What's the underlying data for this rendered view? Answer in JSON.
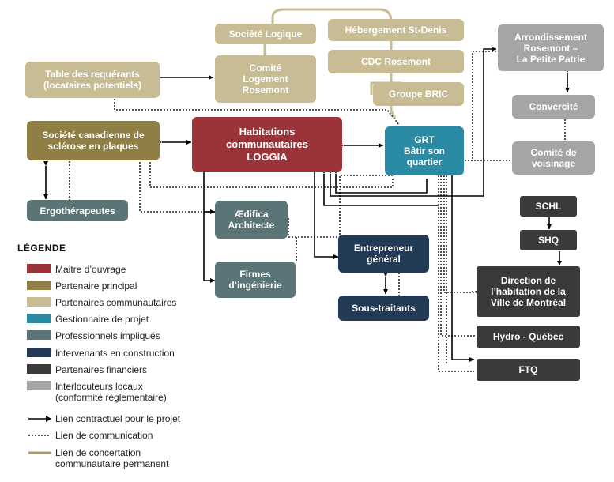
{
  "nodes": {
    "societe_logique": "Société Logique",
    "comite_logement": "Comité\nLogement\nRosemont",
    "hebergement": "Hébergement St-Denis",
    "cdc": "CDC Rosemont",
    "groupe_bric": "Groupe BRIC",
    "table_requerants": "Table des requérants\n(locataires potentiels)",
    "societe_canadienne": "Société canadienne de\nsclérose en plaques",
    "habitations": "Habitations\ncommunautaires\nLOGGIA",
    "grt": "GRT\nBâtir son\nquartier",
    "arrondissement": "Arrondissement\nRosemont –\nLa Petite Patrie",
    "convercite": "Convercité",
    "comite_voisinage": "Comité de\nvoisinage",
    "ergotherapeutes": "Ergothérapeutes",
    "aedifica": "Ædifica\nArchitecte",
    "firmes": "Firmes\nd’ingénierie",
    "entrepreneur": "Entrepreneur\ngénéral",
    "sous_traitants": "Sous-traitants",
    "schl": "SCHL",
    "shq": "SHQ",
    "direction": "Direction de\nl’habitation de la\nVille de Montréal",
    "hydro": "Hydro - Québec",
    "ftq": "FTQ"
  },
  "legend": {
    "title": "LÉGENDE",
    "items": [
      {
        "label": "Maitre d’ouvrage",
        "color": "#9b3438"
      },
      {
        "label": "Partenaire principal",
        "color": "#8f7f45"
      },
      {
        "label": "Partenaires communautaires",
        "color": "#c7bc93"
      },
      {
        "label": "Gestionnaire de projet",
        "color": "#2b8aa4"
      },
      {
        "label": "Professionnels impliqués",
        "color": "#5b7478"
      },
      {
        "label": "Intervenants en construction",
        "color": "#233a57"
      },
      {
        "label": "Partenaires financiers",
        "color": "#3a3a3a"
      },
      {
        "label": "Interlocuteurs locaux\n(conformité règlementaire)",
        "color": "#a5a5a5"
      }
    ],
    "lines": [
      {
        "label": "Lien contractuel pour le projet",
        "style": "arrow"
      },
      {
        "label": "Lien de communication",
        "style": "dotted"
      },
      {
        "label": "Lien de concertation\ncommunautaire permanent",
        "style": "solid-tan"
      }
    ]
  },
  "colors": {
    "maitre": "#9b3438",
    "principal": "#8f7f45",
    "communautaire": "#c7bc93",
    "gestionnaire": "#2b8aa4",
    "professionnels": "#5b7478",
    "construction": "#233a57",
    "financiers": "#3a3a3a",
    "locaux": "#a5a5a5"
  }
}
